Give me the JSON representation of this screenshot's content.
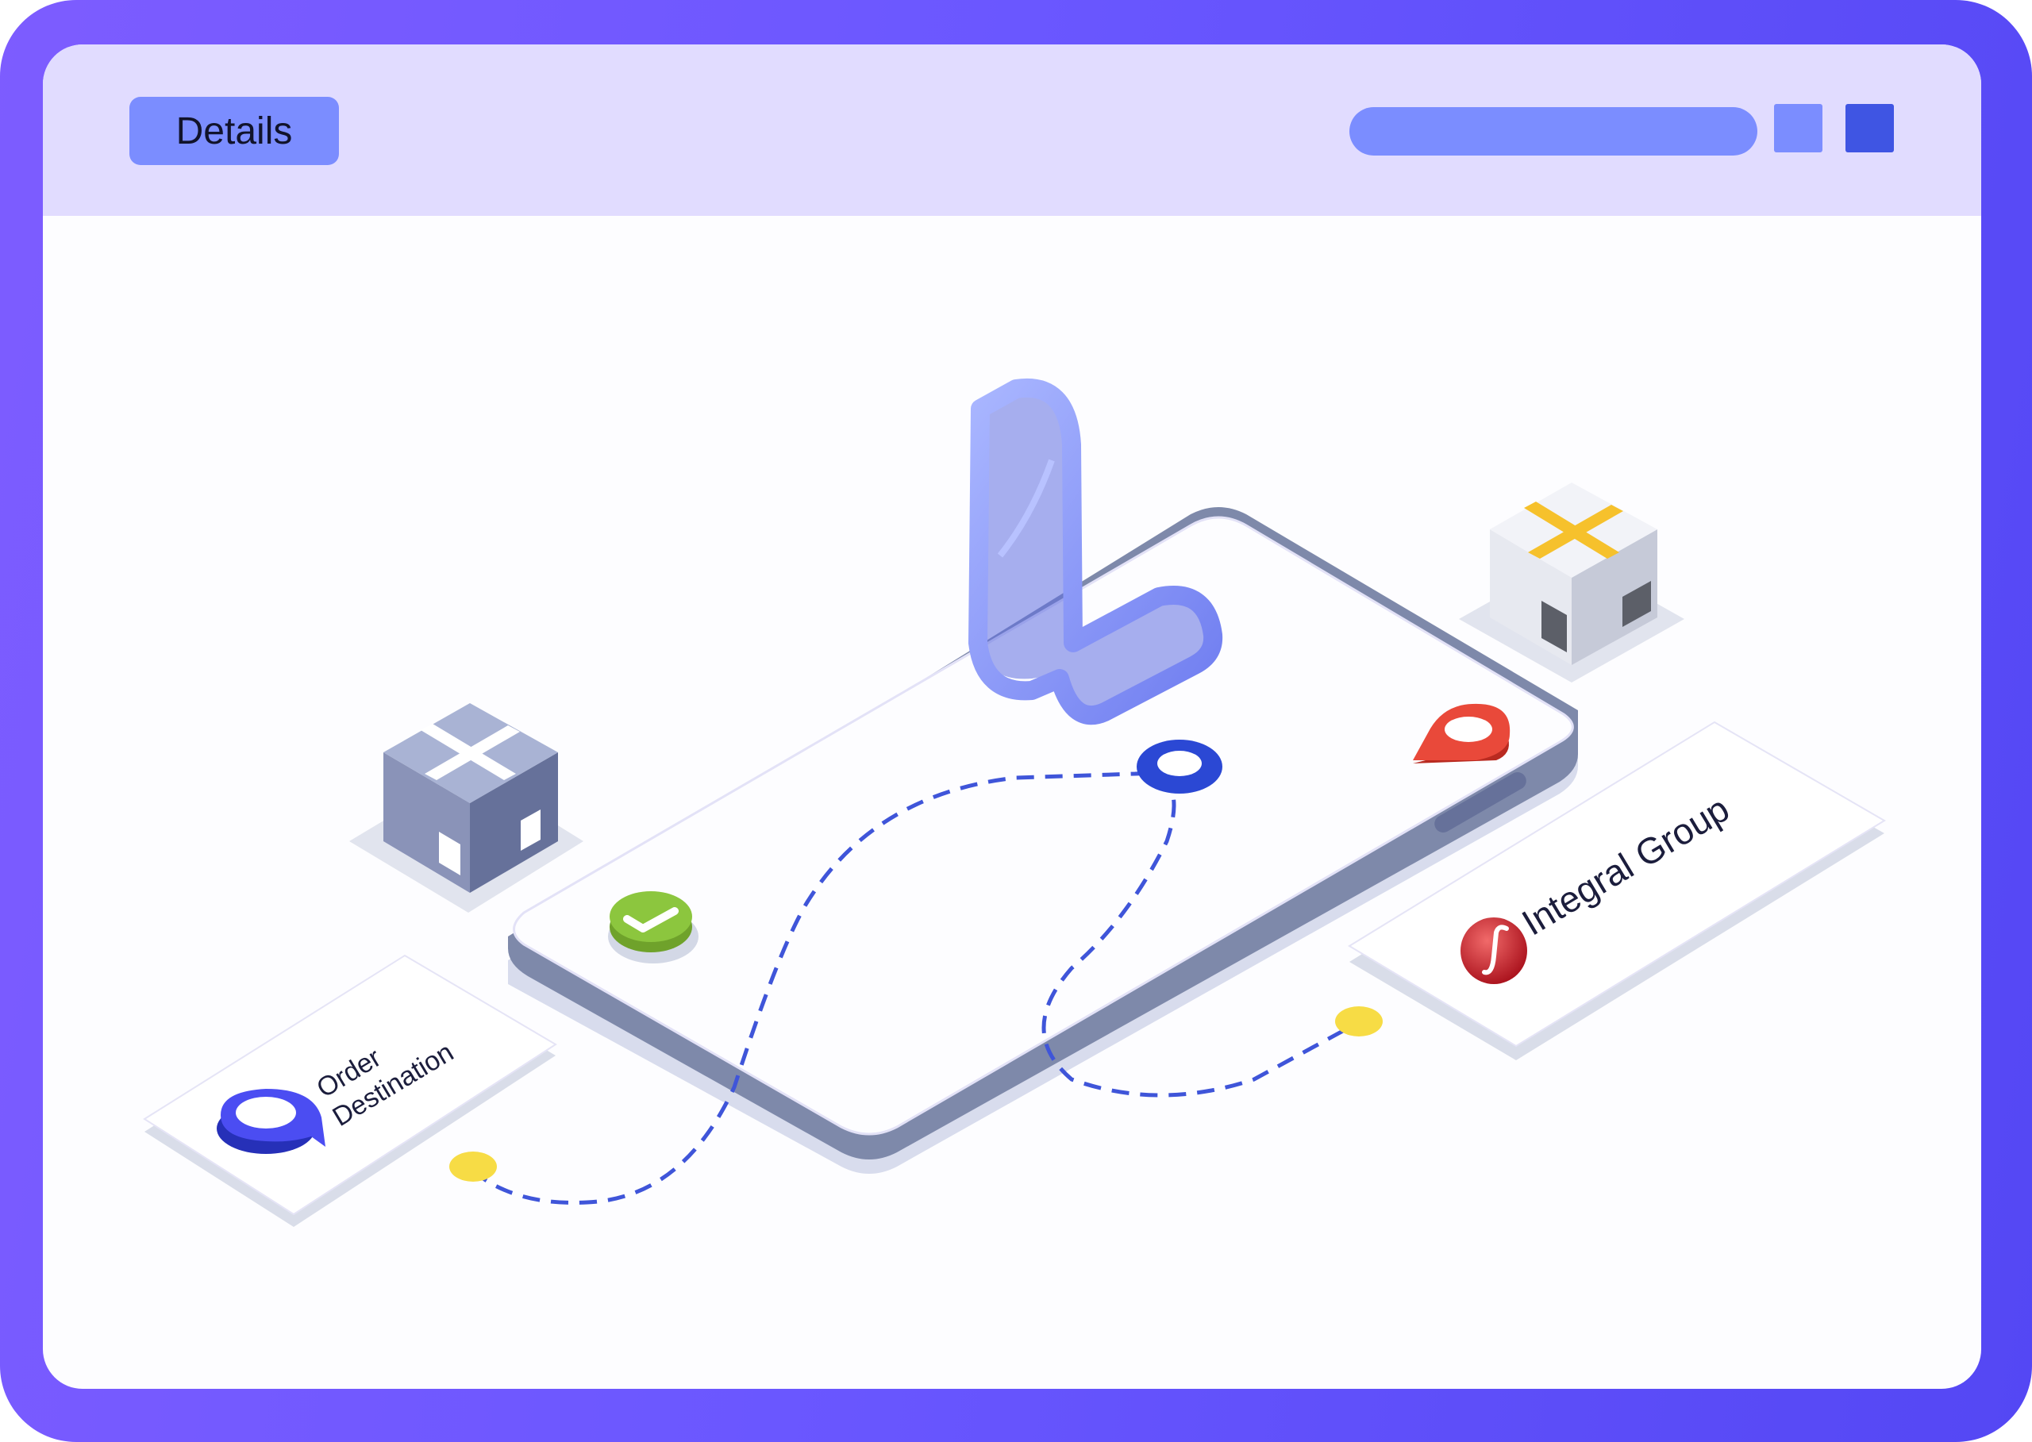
{
  "window": {
    "tab_label": "Details"
  },
  "scene": {
    "order_card_label_line1": "Order",
    "order_card_label_line2": "Destination",
    "company_card_label": "Integral Group"
  },
  "colors": {
    "frame_gradient_start": "#7d5cff",
    "frame_gradient_end": "#5447f4",
    "titlebar": "#e1dcff",
    "accent_blue": "#7b8dff",
    "accent_dark_blue": "#3f55e3",
    "route_dash": "#3f55d9",
    "waypoint_yellow": "#f7dc45",
    "check_green": "#8cc63e",
    "pin_red": "#e9493a"
  },
  "icons": [
    "package-icon",
    "logo-icon",
    "check-icon",
    "location-pin-icon",
    "integral-group-logo-icon"
  ]
}
